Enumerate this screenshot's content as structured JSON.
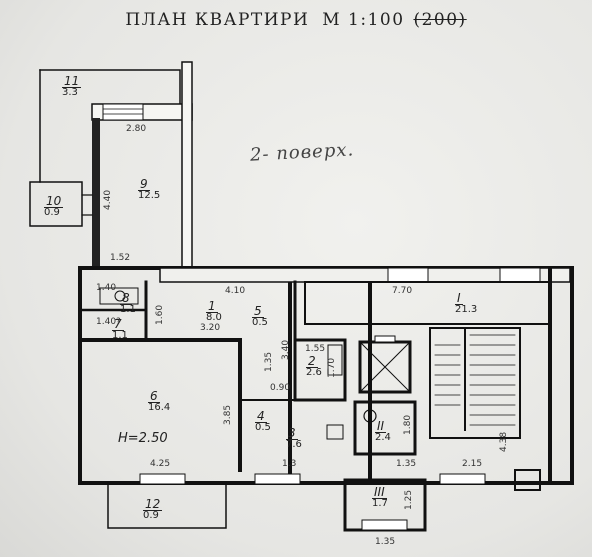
{
  "title": {
    "plan": "ПЛАН КВАРТИРИ",
    "scale": "М 1:100",
    "old_scale": "200"
  },
  "note": "2- поверх.",
  "rooms": [
    {
      "num": "1",
      "area": "8.0"
    },
    {
      "num": "2",
      "area": "2.6"
    },
    {
      "num": "3",
      "area": "7.6"
    },
    {
      "num": "4",
      "area": "0.5"
    },
    {
      "num": "5",
      "area": "0.5"
    },
    {
      "num": "6",
      "area": "16.4"
    },
    {
      "num": "7",
      "area": "1.1"
    },
    {
      "num": "8",
      "area": "1.1"
    },
    {
      "num": "9",
      "area": "12.5"
    },
    {
      "num": "10",
      "area": "0.9"
    },
    {
      "num": "11",
      "area": "3.3"
    },
    {
      "num": "12",
      "area": "0.9"
    },
    {
      "num": "I",
      "area": "21.3"
    },
    {
      "num": "II",
      "area": "2.4"
    },
    {
      "num": "III",
      "area": "1.7"
    }
  ],
  "height": "H=2.50",
  "dims": {
    "d280": "2.80",
    "d440": "4.40",
    "d152": "1.52",
    "d410": "4.10",
    "d770": "7.70",
    "d140": "1.40",
    "d1407": "1.40?",
    "d160": "1.60",
    "d320": "3.20",
    "d340": "3.40",
    "d155": "1.55",
    "d170": "1.70",
    "d135": "1.35",
    "d090": "0.90",
    "d385": "3.85",
    "d425": "4.25",
    "d13": "1.3",
    "d180": "1.80",
    "d135b": "1.35",
    "d215": "2.15",
    "d438": "4.38",
    "d125": "1.25",
    "d135c": "1.35"
  }
}
